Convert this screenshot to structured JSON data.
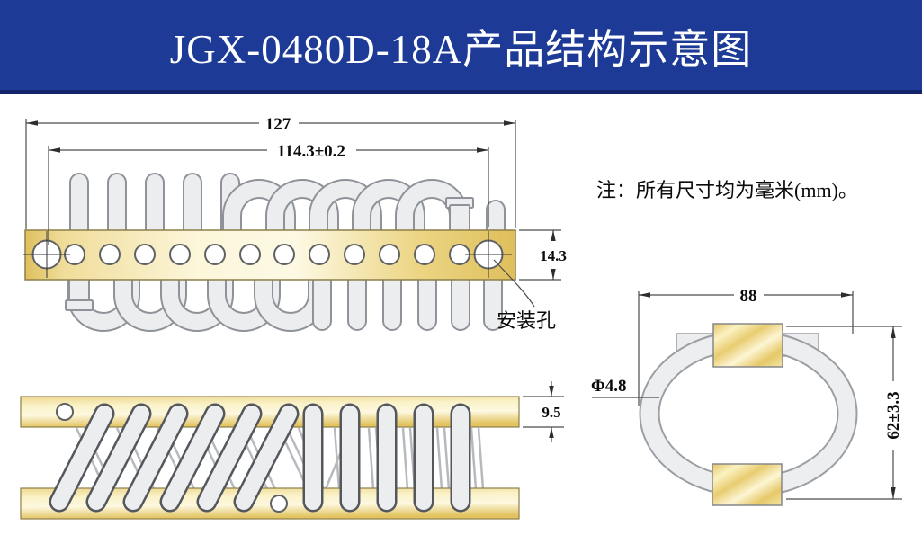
{
  "header": {
    "title": "JGX-0480D-18A产品结构示意图",
    "bg_color": "#1c3a96",
    "text_color": "#ffffff"
  },
  "note": {
    "text": "注：所有尺寸均为毫米(mm)。"
  },
  "labels": {
    "mounting_hole": "安装孔"
  },
  "dims": {
    "overall_length": "127",
    "hole_spacing": "114.3±0.2",
    "bar_width": "14.3",
    "bar_thickness": "9.5",
    "loop_width": "88",
    "wire_diameter": "Φ4.8",
    "loop_height": "62±3.3"
  },
  "colors": {
    "header_blue": "#1c3a96",
    "brass_light": "#fdf8e2",
    "brass_dark": "#dfc05e",
    "wire_fill": "#ebedef",
    "wire_outline": "#8f9298",
    "dim_line": "#4a4c4d"
  }
}
